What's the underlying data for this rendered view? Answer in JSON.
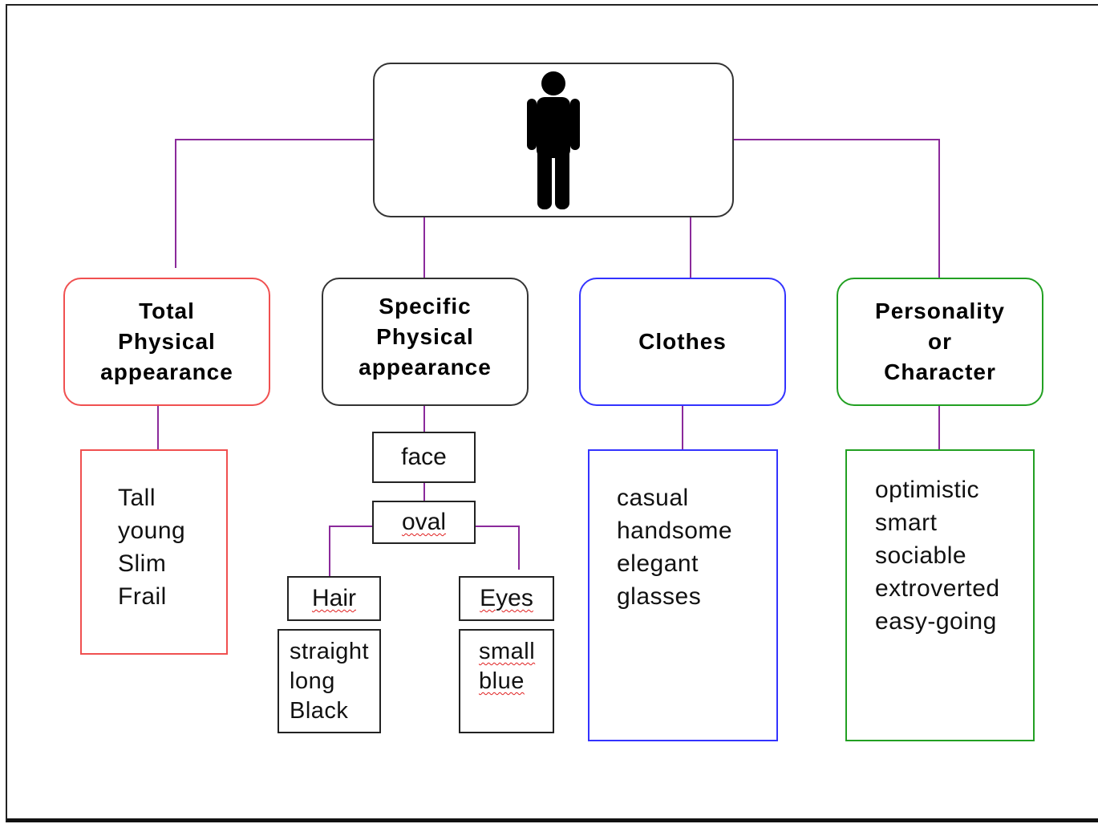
{
  "root": {
    "icon": "person-icon"
  },
  "colors": {
    "connector": "#8b2a9b",
    "total_physical": "#f05050",
    "specific_physical": "#333333",
    "clothes": "#3333ff",
    "personality": "#22a022"
  },
  "categories": {
    "total_physical": {
      "label": "Total\nPhysical\nappearance",
      "items": "Tall\nyoung\nSlim\nFrail"
    },
    "specific_physical": {
      "label": "Specific\nPhysical\nappearance",
      "face": "face",
      "oval": "oval",
      "hair": {
        "label": "Hair",
        "items": "straight\nlong\nBlack"
      },
      "eyes": {
        "label": "Eyes",
        "items": [
          "small",
          "blue"
        ]
      }
    },
    "clothes": {
      "label": "Clothes",
      "items": "casual\nhandsome\nelegant\nglasses"
    },
    "personality": {
      "label": "Personality\nor\nCharacter",
      "items": "optimistic\nsmart\nsociable\nextroverted\neasy-going"
    }
  }
}
